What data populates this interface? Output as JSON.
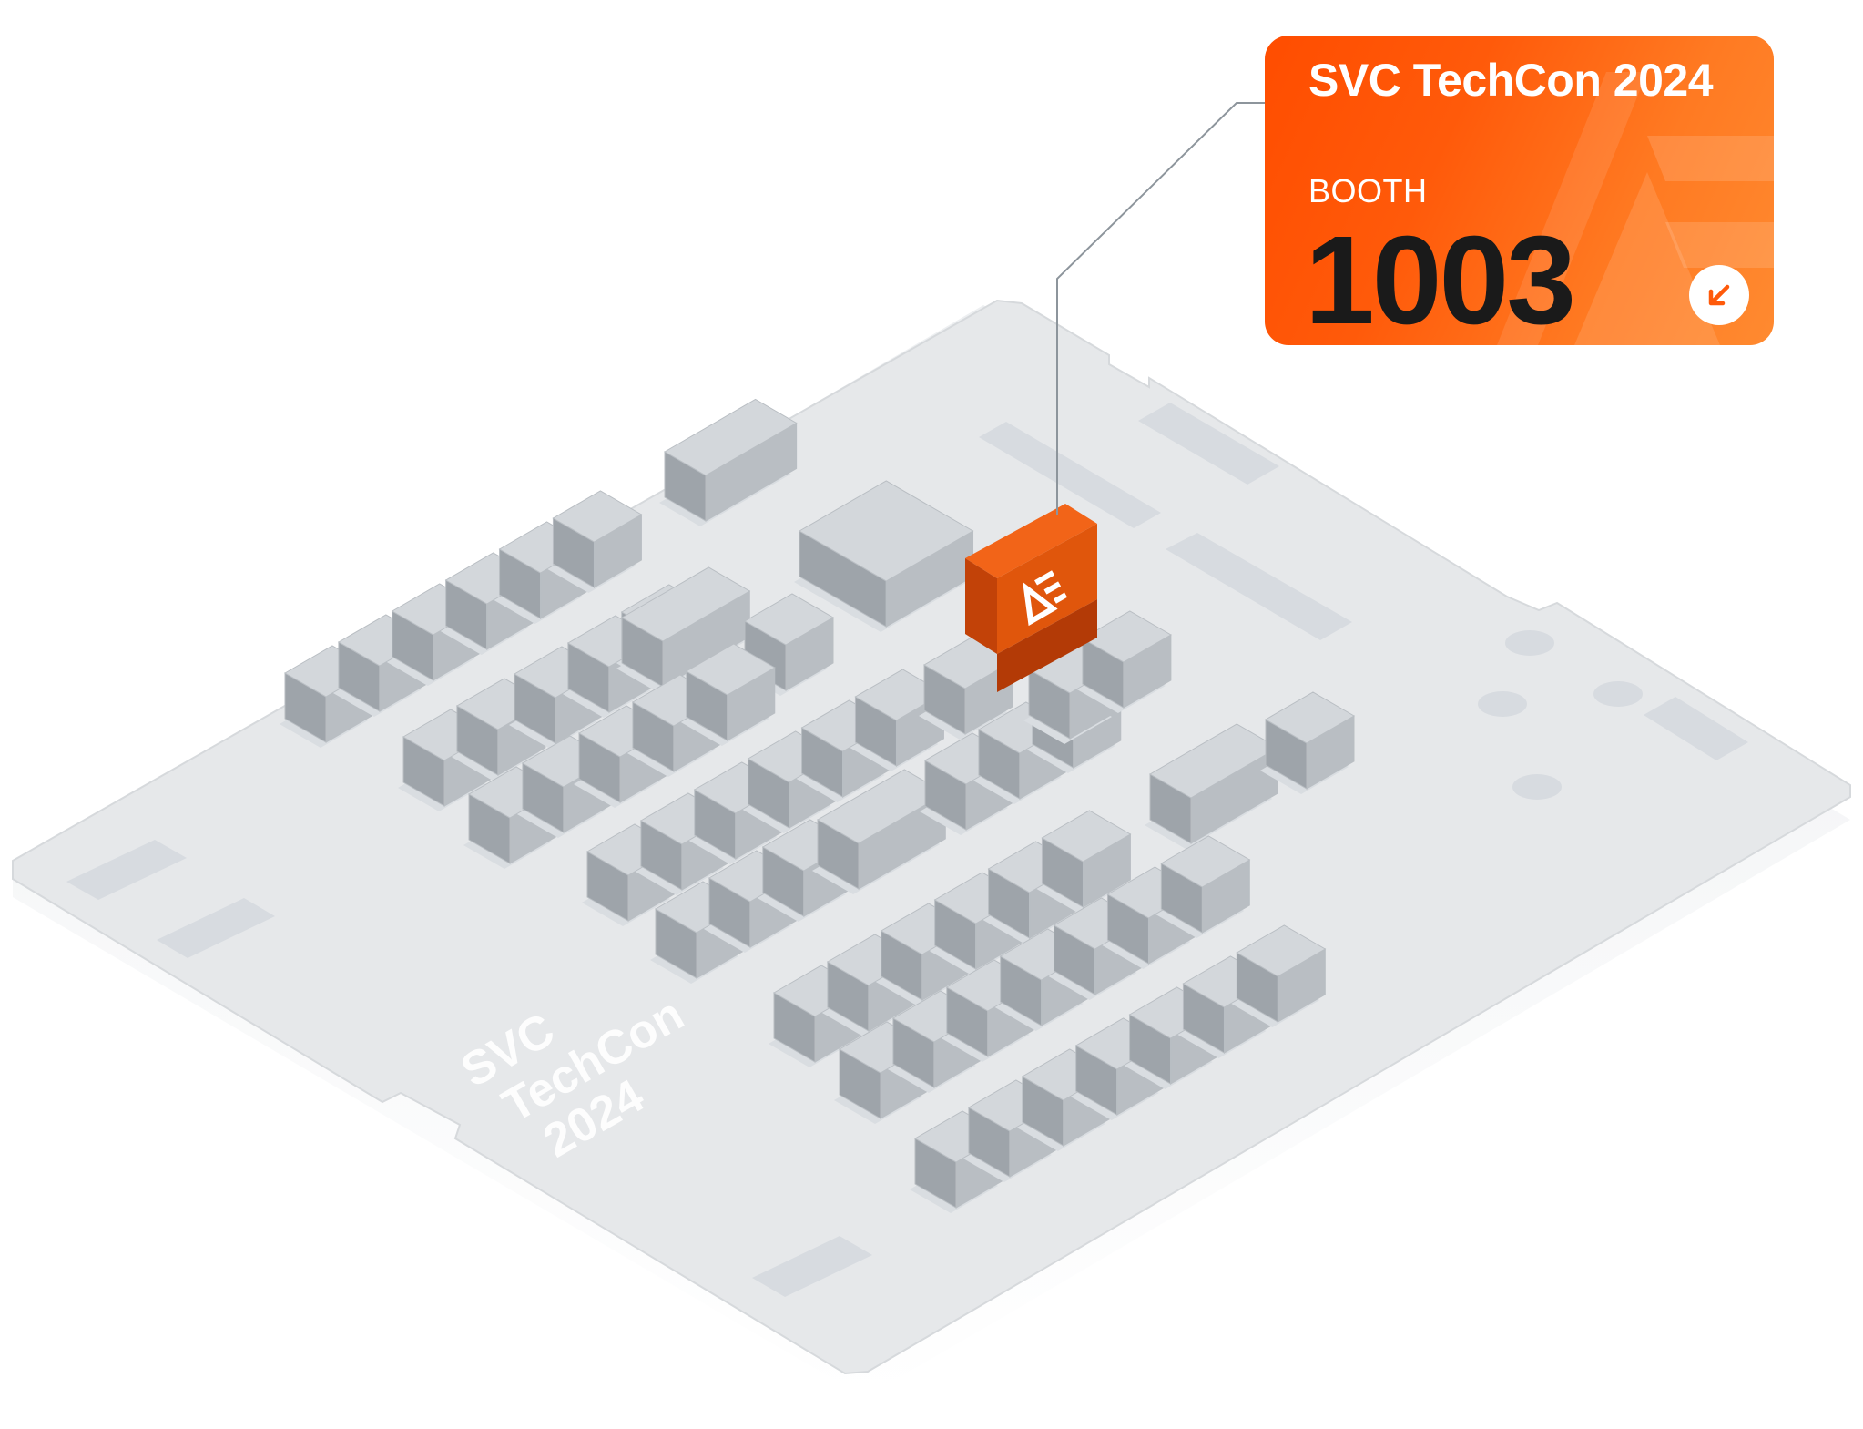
{
  "card": {
    "title": "SVC TechCon 2024",
    "booth_label": "BOOTH",
    "booth_number": "1003",
    "locate_icon": "arrow-down-left-icon"
  },
  "floor": {
    "watermark_lines": [
      "SVC",
      "TechCon",
      "2024"
    ],
    "highlight_booth_logo": "ae-logo-icon"
  },
  "colors": {
    "accent": "#ff5a0a",
    "booth_highlight": "#e85a0c",
    "booth_gray": "#c9cdd0",
    "floor": "#e6e8ea"
  }
}
